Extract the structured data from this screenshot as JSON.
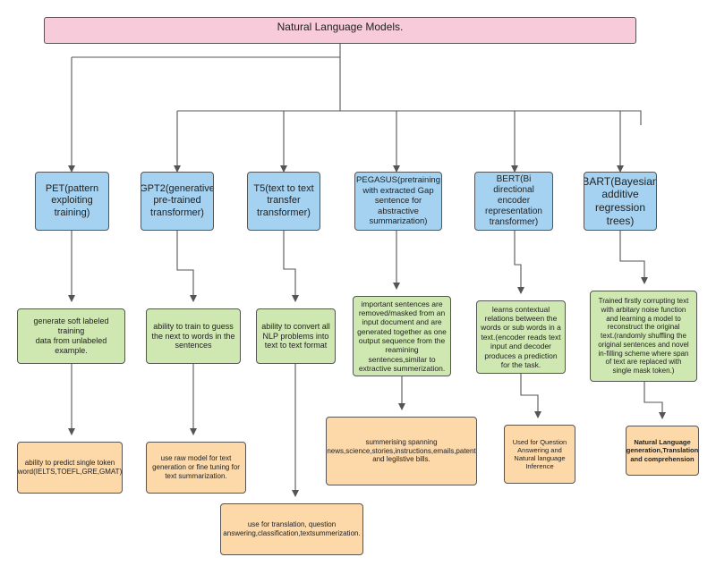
{
  "diagram": {
    "root": {
      "label": "Natural Language Models."
    },
    "models": [
      {
        "label": "PET(pattern\nexploiting\ntraining)"
      },
      {
        "label": "GPT2(generative\npre-trained\ntransformer)"
      },
      {
        "label": "T5(text to text\ntransfer\ntransformer)"
      },
      {
        "label": "PEGASUS(pretraining\nwith extracted Gap\nsentence for\nabstractive\nsummarization)"
      },
      {
        "label": "BERT(Bi\ndirectional\nencoder\nrepresentation\ntransformer)"
      },
      {
        "label": "BART(Bayesian\nadditive\nregression\ntrees)"
      }
    ],
    "descriptions": [
      {
        "label": "generate soft labeled training\ndata from unlabeled\nexample."
      },
      {
        "label": "ability to train to guess\nthe next to words in the\nsentences"
      },
      {
        "label": "ability to convert all\nNLP problems into\ntext to text format"
      },
      {
        "label": "important sentences are\nremoved/masked from an\ninput document and are\ngenerated together as one\noutput sequence from the\nreamining\nsentences,similar to\nextractive summerization."
      },
      {
        "label": "learns contextual\nrelations between the\nwords or sub words in a\ntext.(encoder reads text\ninput and decoder\nproduces a prediction\nfor the task."
      },
      {
        "label": "Trained firstly corrupting text\nwith arbitary noise function\nand learning a model to\nreconstruct the original\ntext.(randomly shuffling the\noriginal sentences and novel\nin-filling scheme where span\nof text are replaced with\nsingle mask token.)"
      }
    ],
    "uses": [
      {
        "label": "ability to predict single token\nword(IELTS,TOEFL,GRE,GMAT)"
      },
      {
        "label": "use raw model for text\ngeneration or fine tuning for\ntext summarization."
      },
      {
        "label": "use for translation, question\nanswering,classification,textsummerization."
      },
      {
        "label": "summerising spanning\nnews,science,stories,instructions,emails,patent\nand legilstive bills."
      },
      {
        "label": "Used for Question\nAnswering and\nNatural language\nInference"
      },
      {
        "label": "Natural Language\ngeneration,Translation\nand comprehension"
      }
    ]
  }
}
